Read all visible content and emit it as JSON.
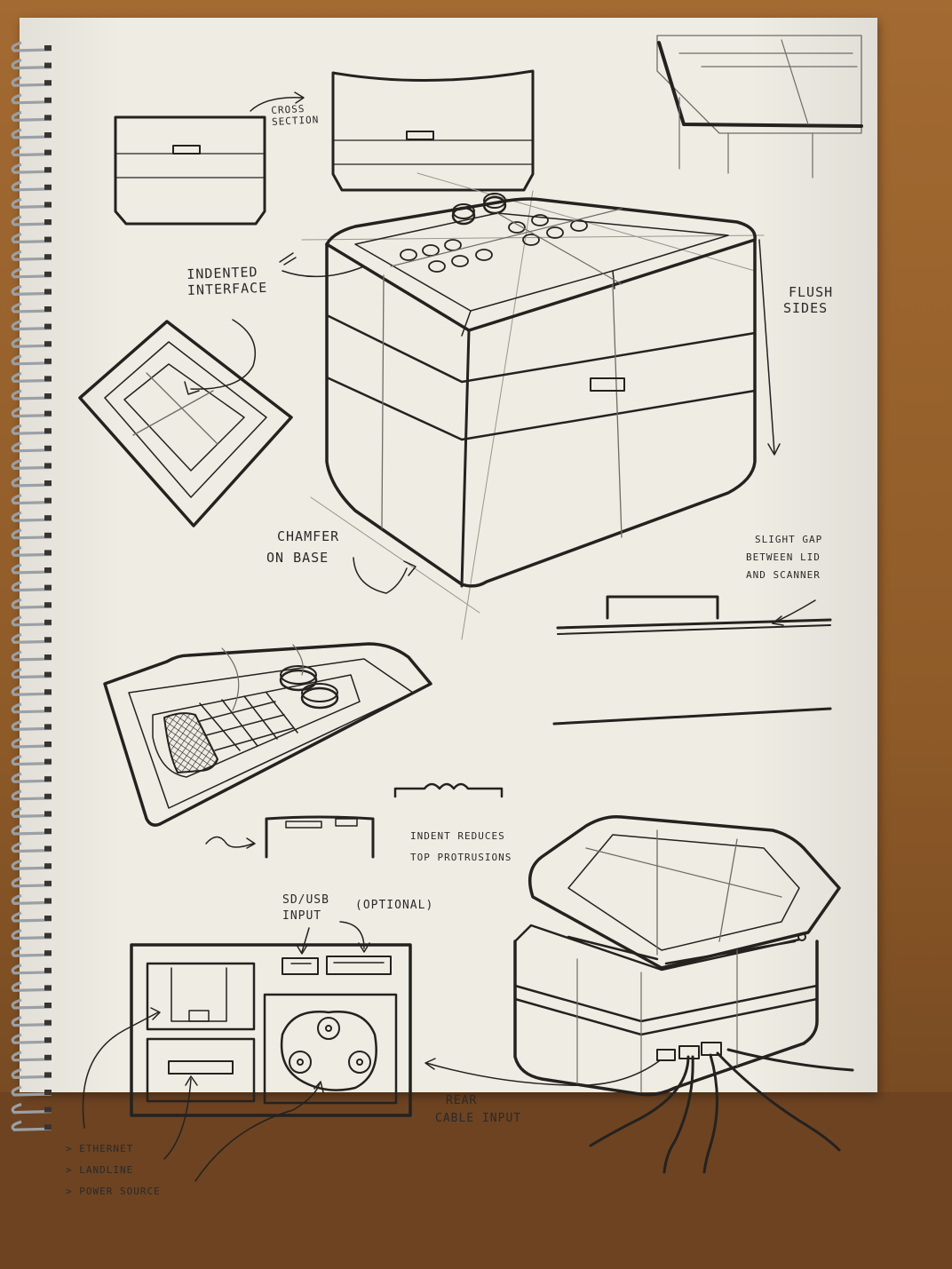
{
  "annotations": {
    "cross_section": [
      "CROSS",
      "SECTION"
    ],
    "indented_interface": [
      "INDENTED",
      "INTERFACE"
    ],
    "flush_sides": [
      "FLUSH",
      "SIDES"
    ],
    "chamfer_on_base": [
      "CHAMFER",
      "ON BASE"
    ],
    "slight_gap": [
      "SLIGHT GAP",
      "BETWEEN LID",
      "AND SCANNER"
    ],
    "indent_reduces": [
      "INDENT REDUCES",
      "TOP PROTRUSIONS"
    ],
    "sd_usb_input": [
      "SD/USB",
      "INPUT"
    ],
    "optional": "(OPTIONAL)",
    "rear_cable_input": [
      "REAR",
      "CABLE INPUT"
    ],
    "port_list": [
      "> ETHERNET",
      "> LANDLINE",
      "> POWER SOURCE"
    ]
  },
  "colors": {
    "paper": "#efece4",
    "ink": "#24221f",
    "pencil": "#8d8a84",
    "table": "#8f5b28"
  }
}
